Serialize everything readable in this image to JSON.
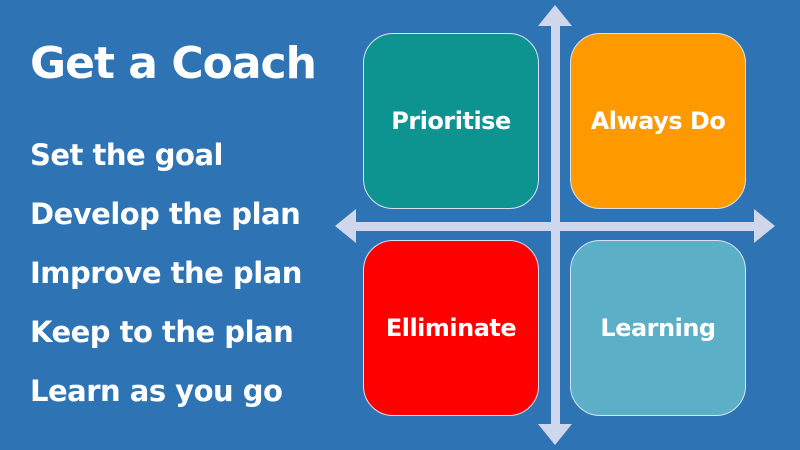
{
  "slide": {
    "title": "Get a Coach",
    "steps": [
      "Set the goal",
      "Develop the plan",
      "Improve the plan",
      "Keep to the plan",
      "Learn as you go"
    ]
  },
  "matrix": {
    "quadrants": [
      {
        "label": "Prioritise",
        "color": "#0e9490",
        "position": "top-left"
      },
      {
        "label": "Always Do",
        "color": "#ff9900",
        "position": "top-right"
      },
      {
        "label": "Elliminate",
        "color": "#ff0000",
        "position": "bottom-left"
      },
      {
        "label": "Learning",
        "color": "#5bafc6",
        "position": "bottom-right"
      }
    ],
    "axis_color": "#d0d6ec",
    "background": "#2e74b5"
  }
}
